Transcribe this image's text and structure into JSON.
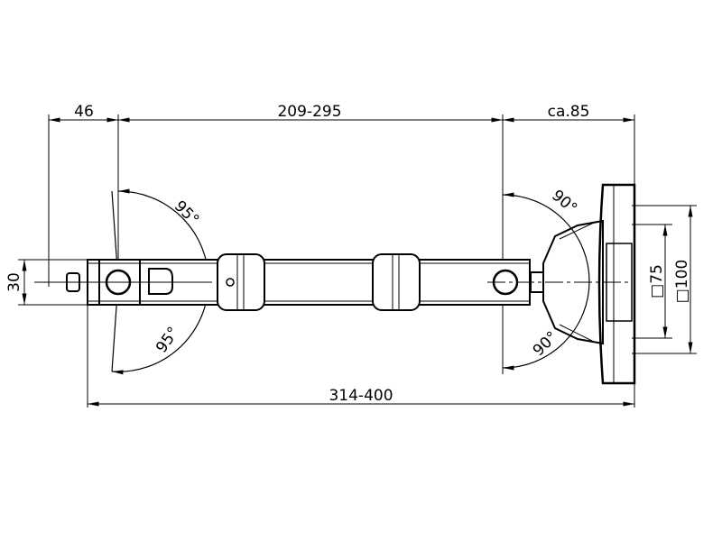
{
  "diagram": {
    "type": "technical drawing",
    "subject": "telescopic arm with wall mount",
    "colors": {
      "line": "#000000",
      "background": "#ffffff"
    },
    "dimensions": {
      "left_offset": "46",
      "arm_length": "209-295",
      "mount_depth": "ca.85",
      "overall_length": "314-400",
      "tube_height": "30",
      "plate_inner": "□75",
      "plate_outer": "□100"
    },
    "angles": {
      "left_upper": "95°",
      "left_lower": "95°",
      "right_upper": "90°",
      "right_lower": "90°"
    }
  }
}
